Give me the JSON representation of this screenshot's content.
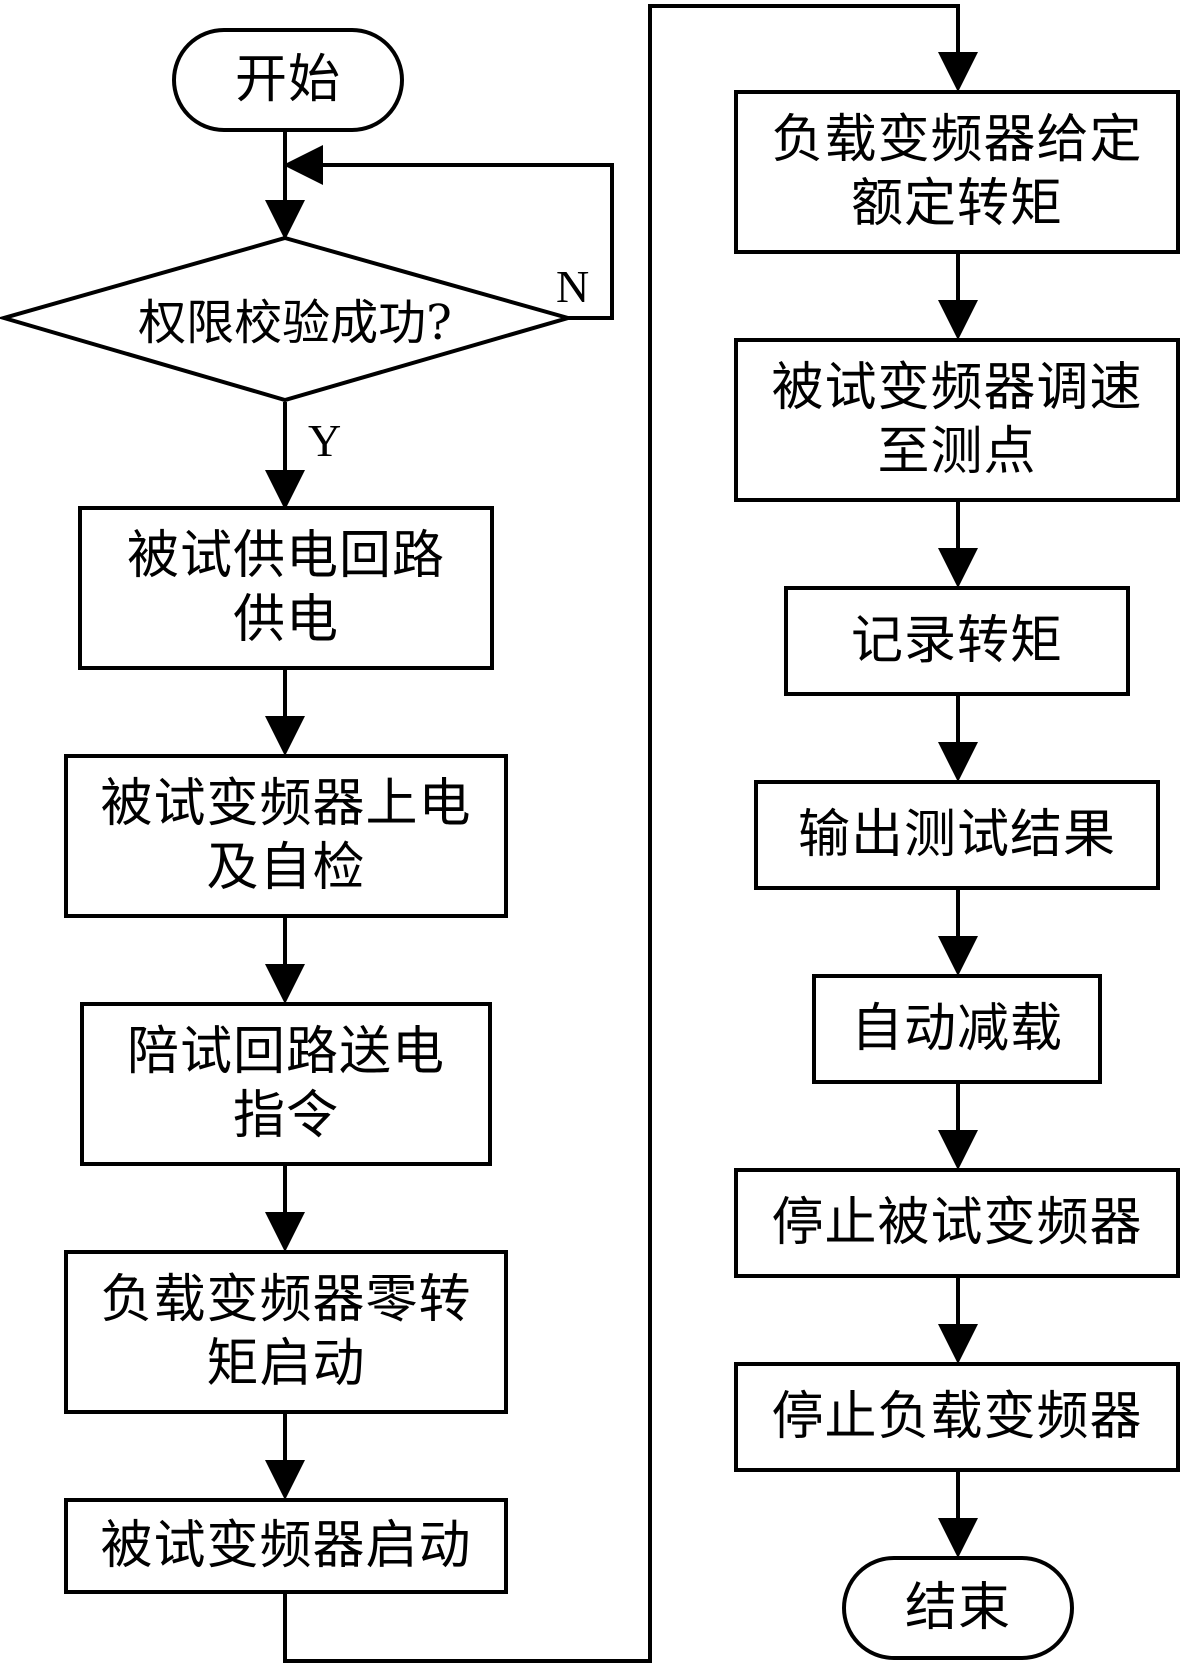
{
  "flowchart": {
    "start": "开始",
    "decision": "权限校验成功?",
    "decision_no": "N",
    "decision_yes": "Y",
    "left_steps": [
      "被试供电回路\n供电",
      "被试变频器上电\n及自检",
      "陪试回路送电\n指令",
      "负载变频器零转\n矩启动",
      "被试变频器启动"
    ],
    "right_steps": [
      "负载变频器给定\n额定转矩",
      "被试变频器调速\n至测点",
      "记录转矩",
      "输出测试结果",
      "自动减载",
      "停止被试变频器",
      "停止负载变频器"
    ],
    "end": "结束"
  }
}
